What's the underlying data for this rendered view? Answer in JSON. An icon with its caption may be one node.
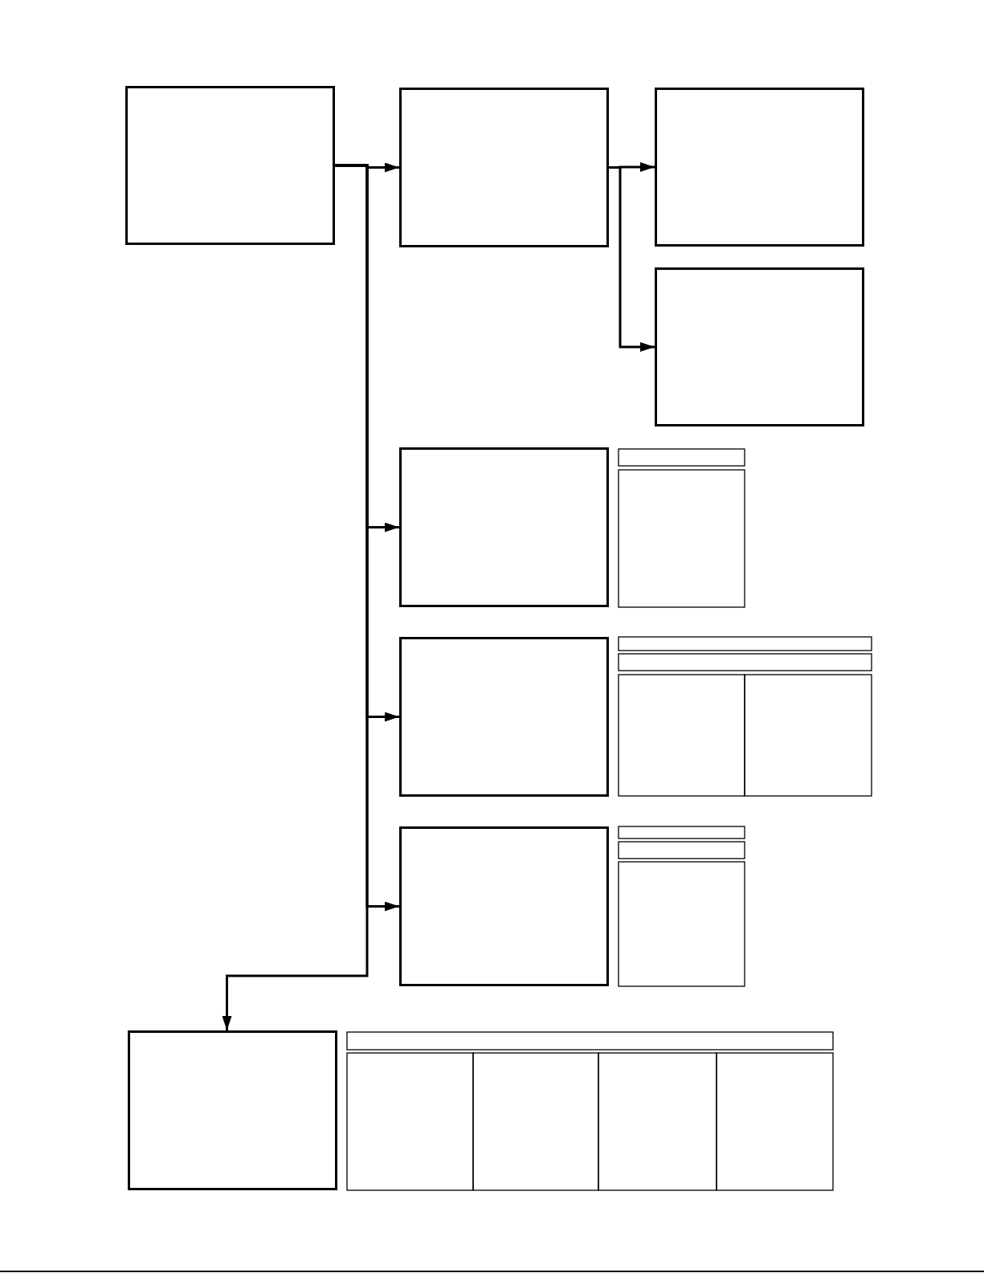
{
  "diagram": {
    "nodes": [
      {
        "text": [],
        "shape": "box"
      },
      {
        "text": [],
        "shape": "box"
      },
      {
        "text": [],
        "shape": "box"
      },
      {
        "text": [],
        "shape": "box"
      },
      {
        "text": [],
        "shape": "box"
      },
      {
        "text": [],
        "shape": "box"
      },
      {
        "text": [],
        "shape": "box"
      },
      {
        "text": [],
        "shape": "box"
      }
    ],
    "edges": [
      {
        "from": 0,
        "to": 1,
        "arrow": "to"
      },
      {
        "from": 1,
        "to": 2,
        "arrow": "to"
      },
      {
        "from": 1,
        "to": 3,
        "arrow": "to"
      },
      {
        "from": 0,
        "to": 4,
        "arrow": "to"
      },
      {
        "from": 0,
        "to": 5,
        "arrow": "to"
      },
      {
        "from": 0,
        "to": 6,
        "arrow": "to"
      },
      {
        "from": 0,
        "to": 7,
        "arrow": "to"
      }
    ]
  }
}
